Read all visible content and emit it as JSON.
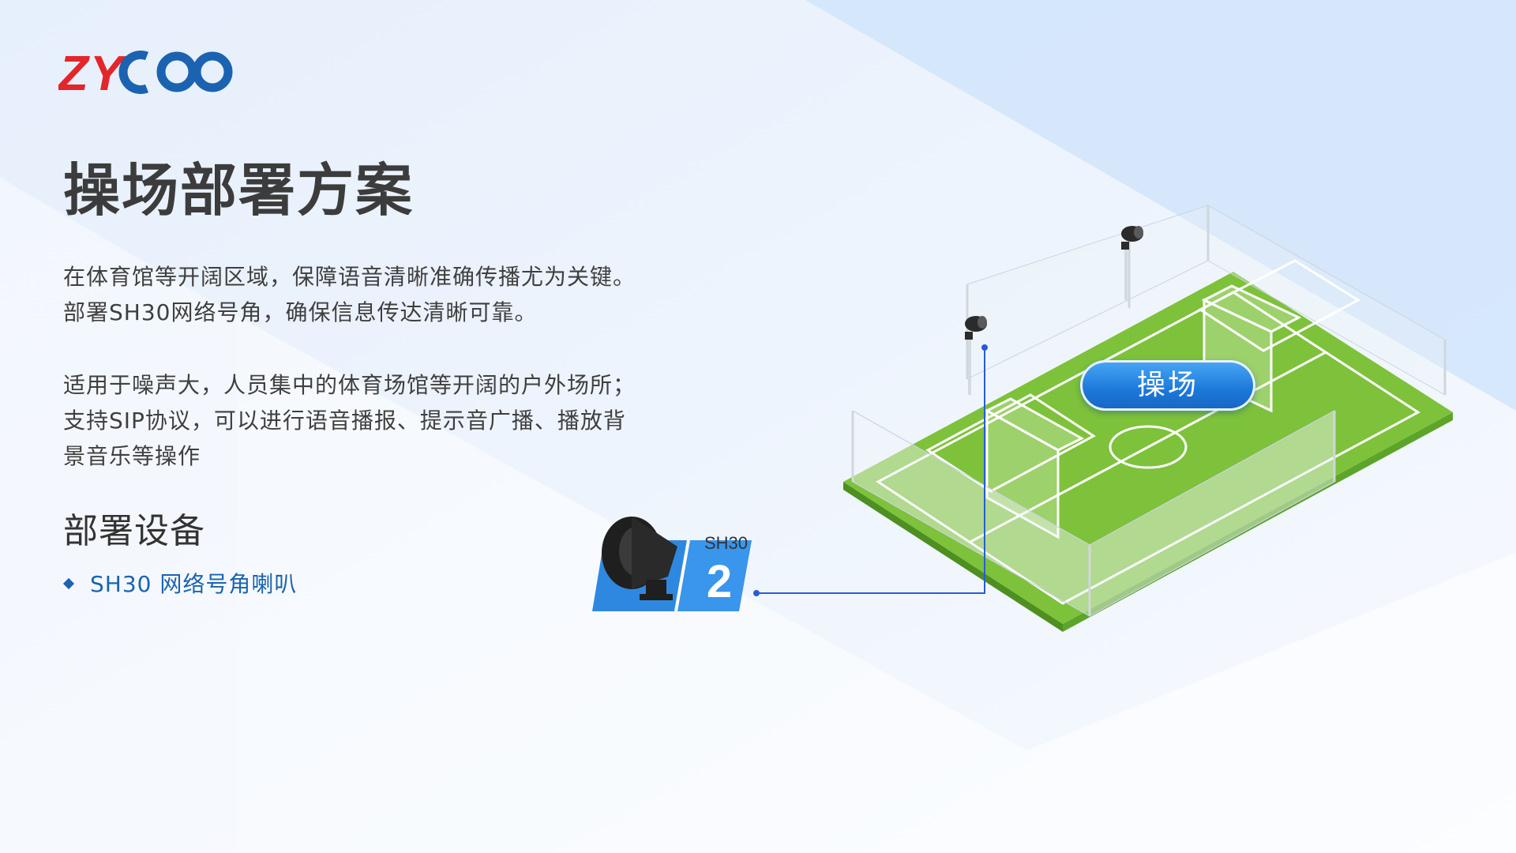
{
  "brand": {
    "logo_text": "ZYCOO"
  },
  "page": {
    "title": "操场部署方案",
    "intro_lines": [
      "在体育馆等开阔区域，保障语音清晰准确传播尤为关键。",
      "部署SH30网络号角，确保信息传达清晰可靠。"
    ],
    "usage_lines": [
      "适用于噪声大，人员集中的体育场馆等开阔的户外场所；",
      "支持SIP协议，可以进行语音播报、提示音广播、播放背",
      "景音乐等操作"
    ],
    "devices_heading": "部署设备",
    "devices": [
      "SH30 网络号角喇叭"
    ]
  },
  "diagram": {
    "field_label": "操场",
    "device_tag": "SH30",
    "device_number": "2"
  },
  "colors": {
    "logo_red": "#e3262a",
    "logo_blue": "#1b63b0",
    "accent_blue": "#1b63b0",
    "field_green": "#7dc23a",
    "line_blue": "#2a5bd7"
  }
}
